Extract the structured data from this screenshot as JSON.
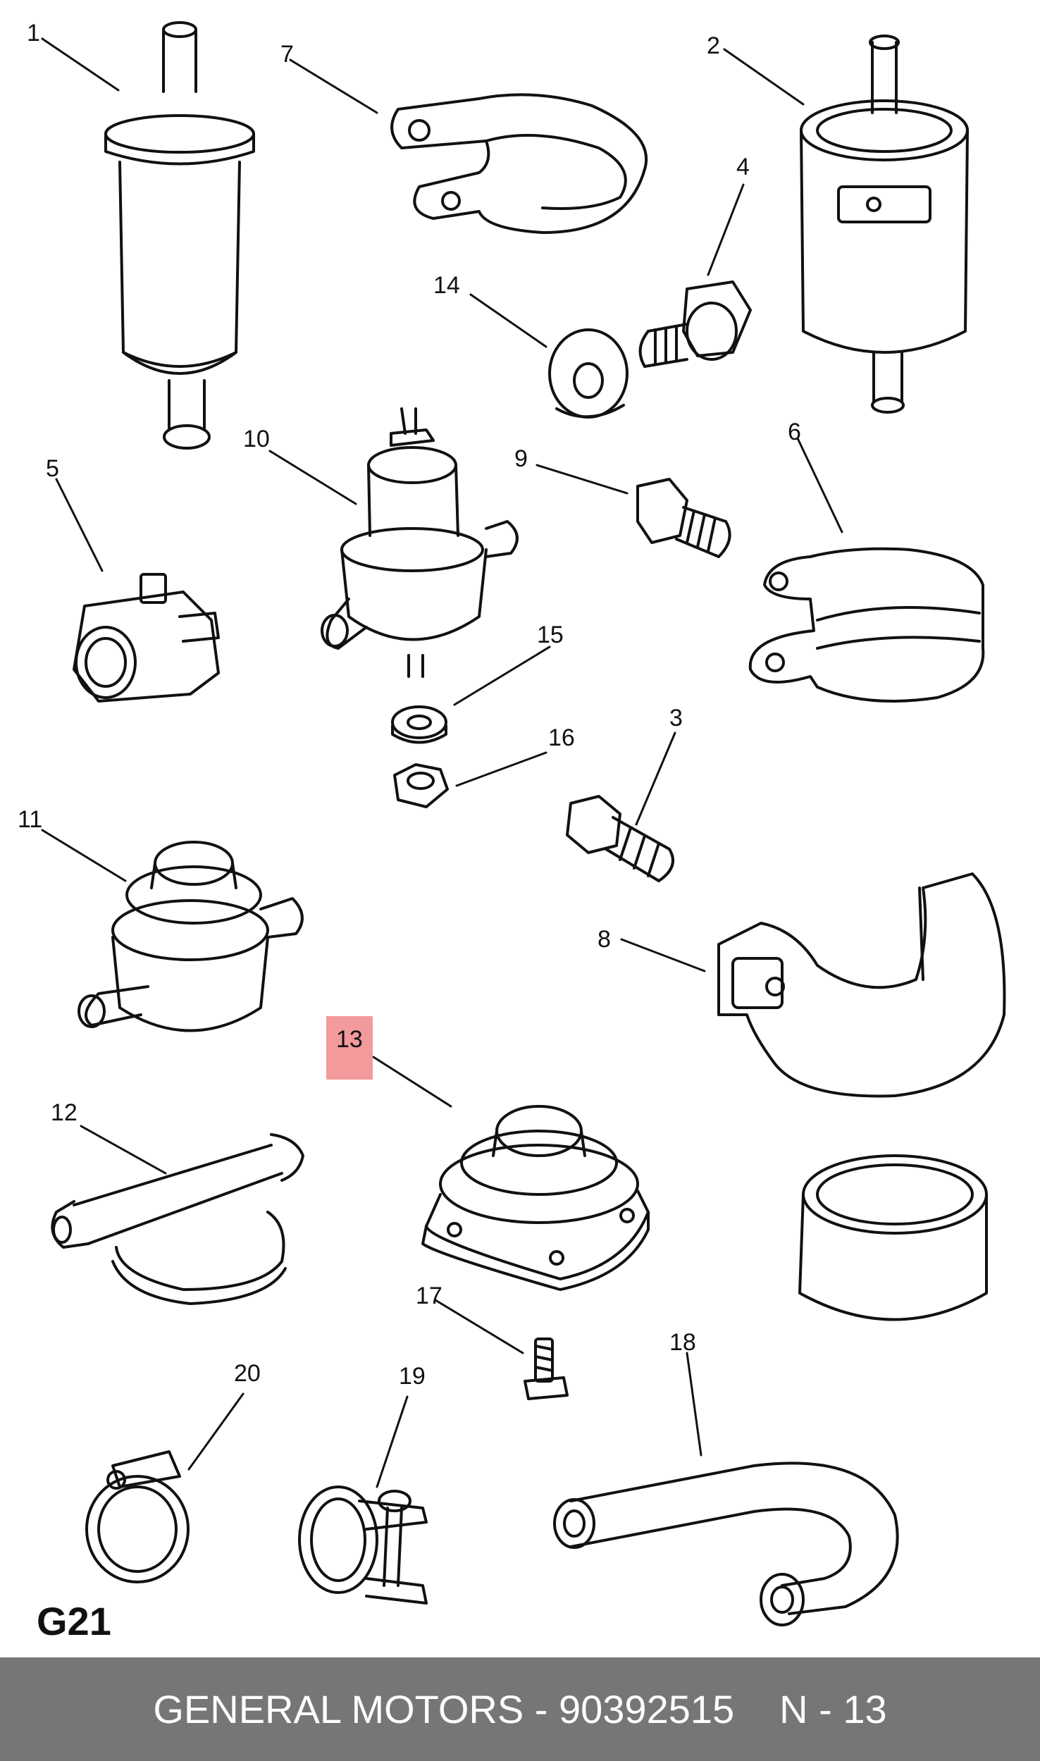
{
  "diagram": {
    "callouts": [
      {
        "id": "1",
        "label": "1"
      },
      {
        "id": "2",
        "label": "2"
      },
      {
        "id": "3",
        "label": "3"
      },
      {
        "id": "4",
        "label": "4"
      },
      {
        "id": "5",
        "label": "5"
      },
      {
        "id": "6",
        "label": "6"
      },
      {
        "id": "7",
        "label": "7"
      },
      {
        "id": "8",
        "label": "8"
      },
      {
        "id": "9",
        "label": "9"
      },
      {
        "id": "10",
        "label": "10"
      },
      {
        "id": "11",
        "label": "11"
      },
      {
        "id": "12",
        "label": "12"
      },
      {
        "id": "13",
        "label": "13",
        "highlighted": true,
        "highlight_color": "#f39a9c"
      },
      {
        "id": "14",
        "label": "14"
      },
      {
        "id": "15",
        "label": "15"
      },
      {
        "id": "16",
        "label": "16"
      },
      {
        "id": "17",
        "label": "17"
      },
      {
        "id": "18",
        "label": "18"
      },
      {
        "id": "19",
        "label": "19"
      },
      {
        "id": "20",
        "label": "20"
      }
    ],
    "sheet_code": "G21"
  },
  "footer": {
    "brand": "GENERAL MOTORS - 90392515",
    "page": "N - 13",
    "background": "#767676",
    "text_color": "#ffffff"
  }
}
